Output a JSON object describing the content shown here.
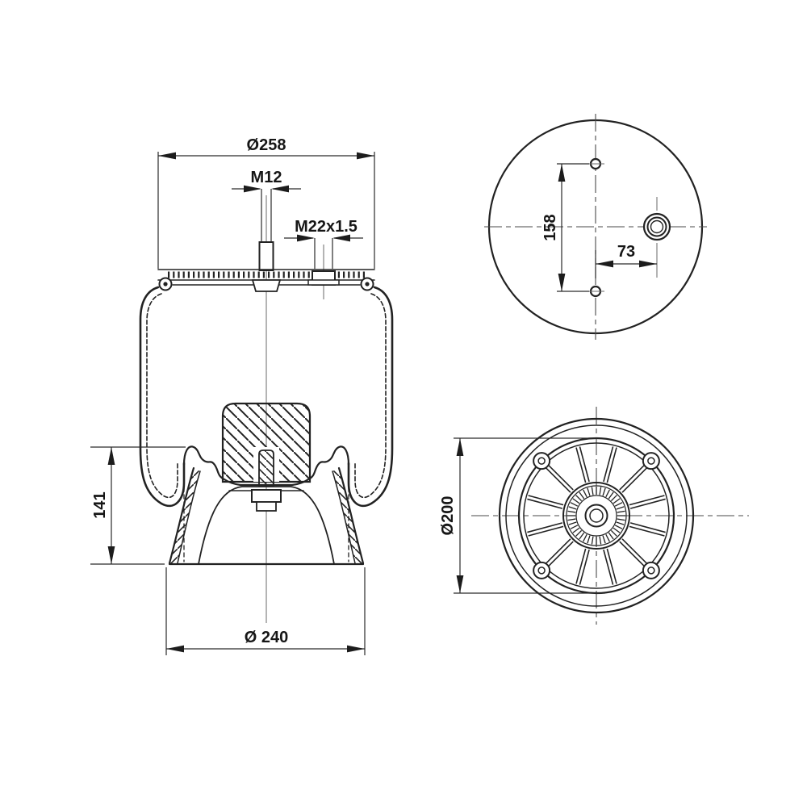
{
  "meta": {
    "title": "Air spring technical drawing",
    "background_color": "#ffffff",
    "line_color": "#222222",
    "views": {
      "side": "side-section-view",
      "top": "top-view",
      "bottom": "bottom-view"
    }
  },
  "dimensions": {
    "top_plate_diameter": "Ø258",
    "stud_thread": "M12",
    "air_fitting_thread": "M22x1.5",
    "piston_height": "141",
    "base_diameter": "Ø 240",
    "stud_spacing": "158",
    "port_offset": "73",
    "piston_diameter": "Ø200"
  }
}
